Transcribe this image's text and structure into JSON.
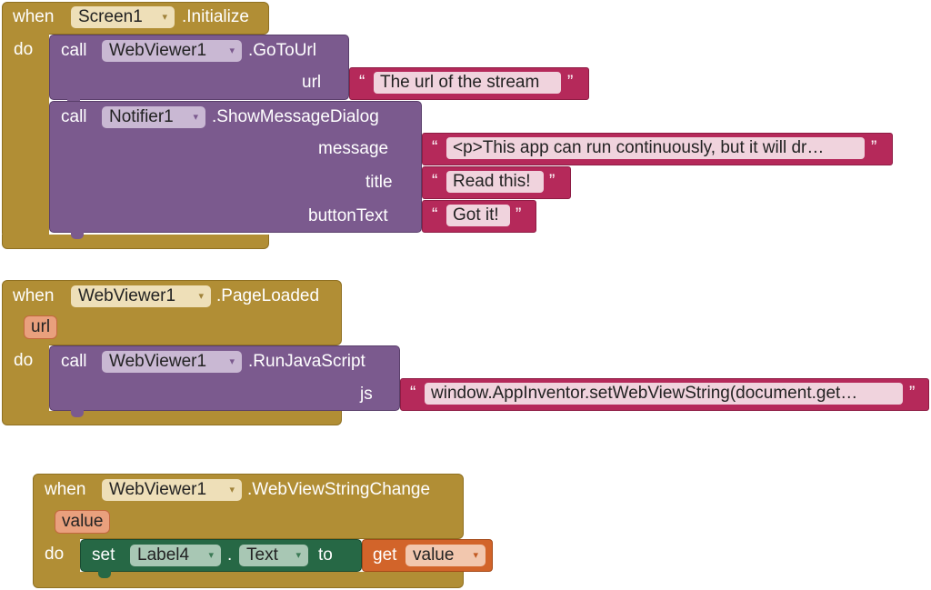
{
  "block1": {
    "when": "when",
    "component": "Screen1",
    "event": ".Initialize",
    "do": "do",
    "call1": {
      "call": "call",
      "component": "WebViewer1",
      "method": ".GoToUrl",
      "arg_label": "url",
      "arg_value": "The url of the stream"
    },
    "call2": {
      "call": "call",
      "component": "Notifier1",
      "method": ".ShowMessageDialog",
      "arg1_label": "message",
      "arg1_value": "<p>This app can run continuously, but it will dr…",
      "arg2_label": "title",
      "arg2_value": "Read this!",
      "arg3_label": "buttonText",
      "arg3_value": "Got it!"
    }
  },
  "block2": {
    "when": "when",
    "component": "WebViewer1",
    "event": ".PageLoaded",
    "param": "url",
    "do": "do",
    "call": "call",
    "call_component": "WebViewer1",
    "method": ".RunJavaScript",
    "arg_label": "js",
    "arg_value": "window.AppInventor.setWebViewString(document.get…"
  },
  "block3": {
    "when": "when",
    "component": "WebViewer1",
    "event": ".WebViewStringChange",
    "param": "value",
    "do": "do",
    "set": "set",
    "set_component": "Label4",
    "dot": ".",
    "property": "Text",
    "to": "to",
    "get": "get",
    "get_var": "value"
  },
  "glyphs": {
    "dropdown_arrow": "▾",
    "open_quote": "“",
    "close_quote": "”"
  },
  "colors": {
    "event_block": "#b18e35",
    "procedure_block": "#7b5a8e",
    "text_block": "#b5295a",
    "setter_block": "#266845",
    "getter_block": "#d2642a"
  }
}
